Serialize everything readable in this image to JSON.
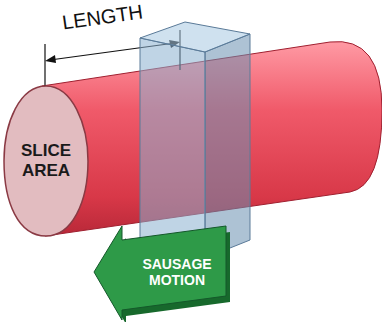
{
  "diagram": {
    "nodes": [
      {
        "text": [
          "SLICE AREA"
        ]
      },
      {
        "text": [
          "SAUSAGE MOTION"
        ]
      }
    ],
    "labels": [
      "LENGTH"
    ]
  }
}
